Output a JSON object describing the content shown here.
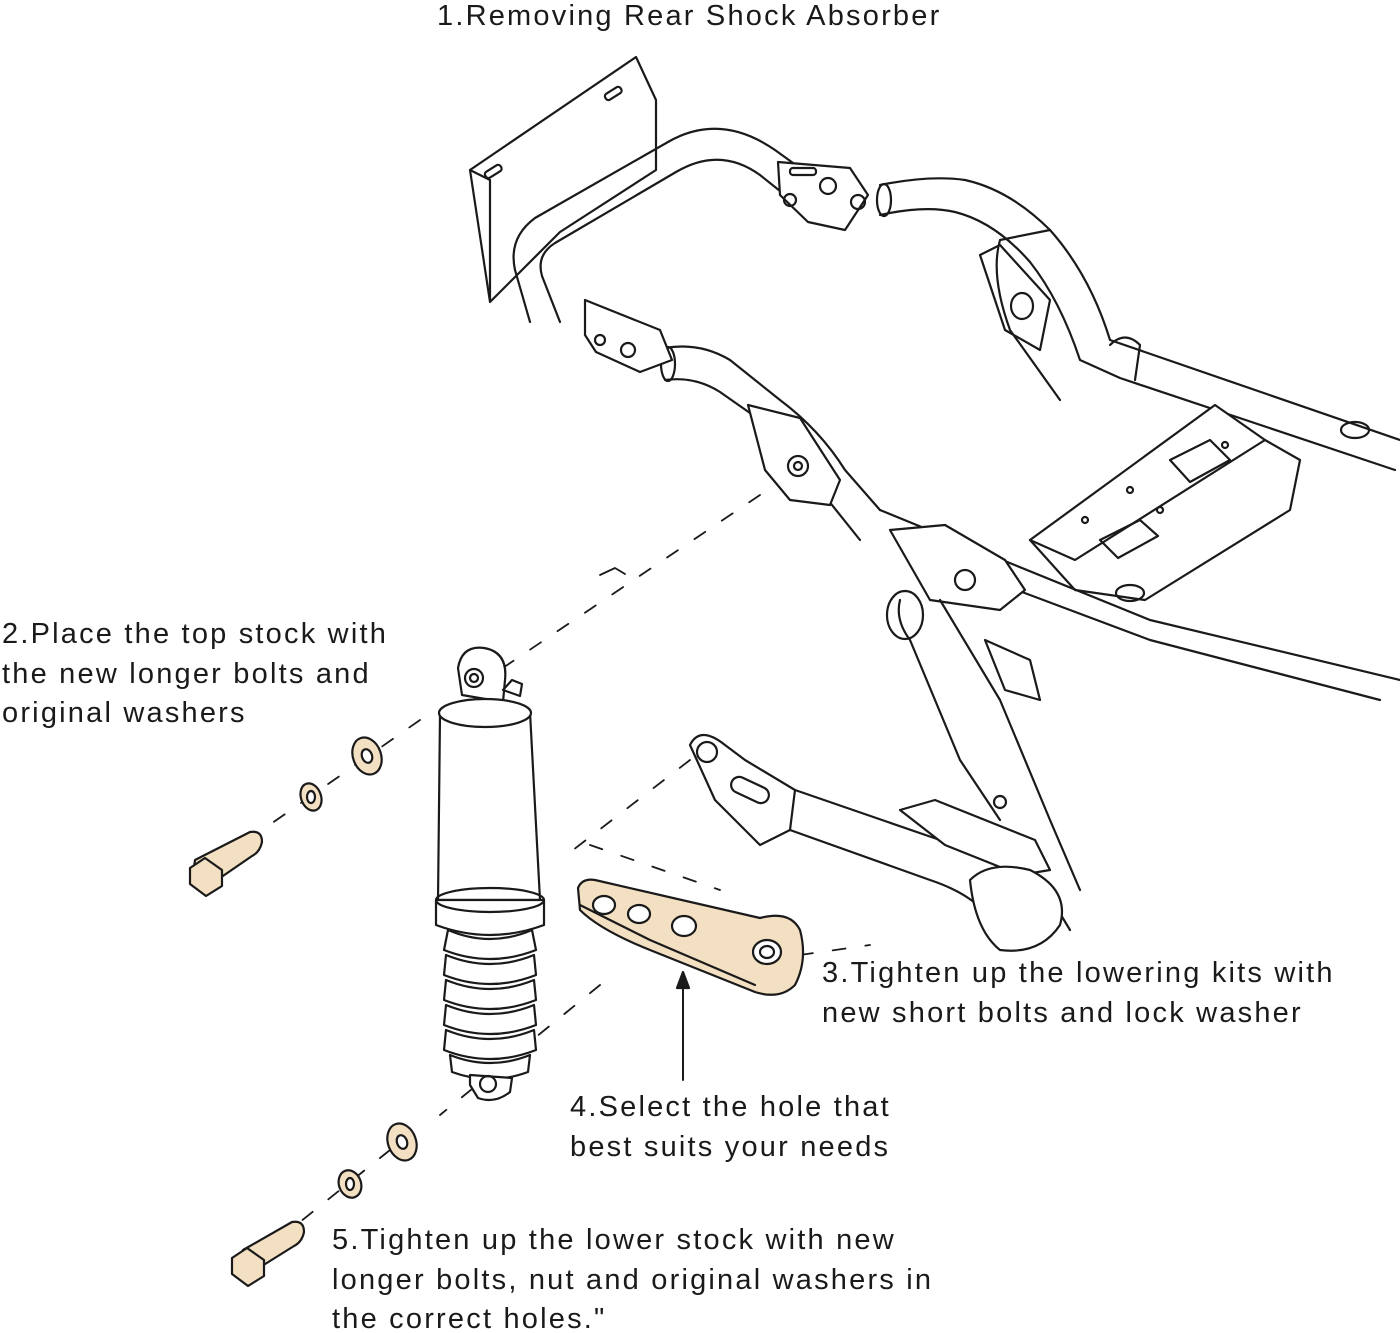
{
  "steps": [
    {
      "lines": [
        "1.Removing Rear Shock Absorber"
      ]
    },
    {
      "lines": [
        "2.Place the top stock with",
        "the new longer bolts and",
        "original washers"
      ]
    },
    {
      "lines": [
        "3.Tighten up the lowering kits with",
        "new short bolts and lock washer"
      ]
    },
    {
      "lines": [
        "4.Select the hole that",
        "best suits your needs"
      ]
    },
    {
      "lines": [
        "5.Tighten up the lower stock with new",
        "longer bolts, nut and original washers in",
        "the correct holes.\""
      ]
    }
  ],
  "colors": {
    "line": "#1a1a1a",
    "part_fill": "#f3dfc1",
    "background": "#ffffff"
  }
}
